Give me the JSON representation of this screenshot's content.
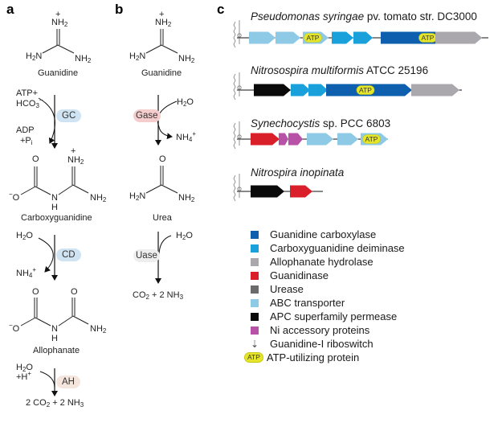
{
  "colors": {
    "guanidine_carboxylase": "#0e5fad",
    "carboxyguanidine_deiminase": "#1aa0db",
    "allophanate_hydrolase": "#aaa8ac",
    "guanidinase": "#d9202a",
    "urease": "#6b6b6d",
    "abc_transporter": "#8ecae6",
    "apc_permease": "#0a0a0a",
    "ni_accessory": "#b852a6",
    "atp_badge": "#e5e629",
    "gc_enzyme_bg": "#cfe3f2",
    "cd_enzyme_bg": "#cfe3f2",
    "ah_enzyme_bg": "#f4e6dc",
    "gase_enzyme_bg": "#f5cdcd",
    "uase_enzyme_bg": "#eeeeee"
  },
  "panel_a": {
    "label": "a",
    "guanidine": {
      "top": "NH2+",
      "left": "H2N",
      "right": "NH2",
      "name": "Guanidine"
    },
    "step1": {
      "enzyme": "GC",
      "in1": "ATP+",
      "in2": "HCO3−",
      "out1": "ADP",
      "out2": "+Pi"
    },
    "carboxyguanidine": {
      "o": "O",
      "top": "NH2+",
      "left": "−O",
      "n": "N",
      "h": "H",
      "right": "NH2",
      "name": "Carboxyguanidine"
    },
    "step2": {
      "enzyme": "CD",
      "in1": "H2O",
      "out1": "NH4+"
    },
    "allophanate": {
      "o1": "O",
      "o2": "O",
      "left": "−O",
      "n": "N",
      "h": "H",
      "right": "NH2",
      "name": "Allophanate"
    },
    "step3": {
      "enzyme": "AH",
      "in1": "H2O",
      "in2": "+H+",
      "product": "2 CO2 + 2 NH3"
    }
  },
  "panel_b": {
    "label": "b",
    "guanidine": {
      "top": "NH2+",
      "left": "H2N",
      "right": "NH2",
      "name": "Guanidine"
    },
    "step1": {
      "enzyme": "Gase",
      "in1": "H2O",
      "out1": "NH4+"
    },
    "urea": {
      "o": "O",
      "left": "H2N",
      "right": "NH2",
      "name": "Urea"
    },
    "step2": {
      "enzyme": "Uase",
      "in1": "H2O",
      "product": "CO2 + 2 NH3"
    }
  },
  "panel_c": {
    "label": "c",
    "atp_label": "ATP",
    "operons": [
      {
        "organism_italic": "Pseudomonas syringae",
        "organism_rest": " pv. tomato str. DC3000",
        "genes": [
          {
            "type": "abc_transporter",
            "atp": false
          },
          {
            "type": "abc_transporter",
            "atp": false
          },
          {
            "type": "abc_transporter",
            "atp": true
          },
          {
            "type": "carboxyguanidine_deiminase",
            "atp": false
          },
          {
            "type": "carboxyguanidine_deiminase",
            "atp": false
          },
          {
            "type": "guanidine_carboxylase",
            "atp": true
          },
          {
            "type": "allophanate_hydrolase",
            "atp": false
          }
        ]
      },
      {
        "organism_italic": "Nitrosospira multiformis",
        "organism_rest": " ATCC 25196",
        "genes": [
          {
            "type": "apc_permease",
            "atp": false
          },
          {
            "type": "carboxyguanidine_deiminase",
            "atp": false
          },
          {
            "type": "carboxyguanidine_deiminase",
            "atp": false
          },
          {
            "type": "guanidine_carboxylase",
            "atp": true
          },
          {
            "type": "allophanate_hydrolase",
            "atp": false
          }
        ]
      },
      {
        "organism_italic": "Synechocystis",
        "organism_rest": " sp. PCC 6803",
        "genes": [
          {
            "type": "guanidinase",
            "atp": false
          },
          {
            "type": "ni_accessory",
            "atp": false
          },
          {
            "type": "ni_accessory",
            "atp": false
          },
          {
            "type": "abc_transporter",
            "atp": false
          },
          {
            "type": "abc_transporter",
            "atp": false
          },
          {
            "type": "abc_transporter",
            "atp": true
          }
        ]
      },
      {
        "organism_italic": "Nitrospira inopinata",
        "organism_rest": "",
        "genes": [
          {
            "type": "apc_permease",
            "atp": false
          },
          {
            "type": "guanidinase",
            "atp": false
          }
        ]
      }
    ],
    "legend": [
      {
        "key": "guanidine_carboxylase",
        "label": "Guanidine carboxylase"
      },
      {
        "key": "carboxyguanidine_deiminase",
        "label": "Carboxyguanidine deiminase"
      },
      {
        "key": "allophanate_hydrolase",
        "label": "Allophanate hydrolase"
      },
      {
        "key": "guanidinase",
        "label": "Guanidinase"
      },
      {
        "key": "urease",
        "label": "Urease"
      },
      {
        "key": "abc_transporter",
        "label": "ABC transporter"
      },
      {
        "key": "apc_permease",
        "label": "APC superfamily permease"
      },
      {
        "key": "ni_accessory",
        "label": "Ni accessory proteins"
      },
      {
        "key": "riboswitch",
        "label": "Guanidine-I riboswitch"
      },
      {
        "key": "atp",
        "label": "ATP-utilizing protein"
      }
    ]
  }
}
